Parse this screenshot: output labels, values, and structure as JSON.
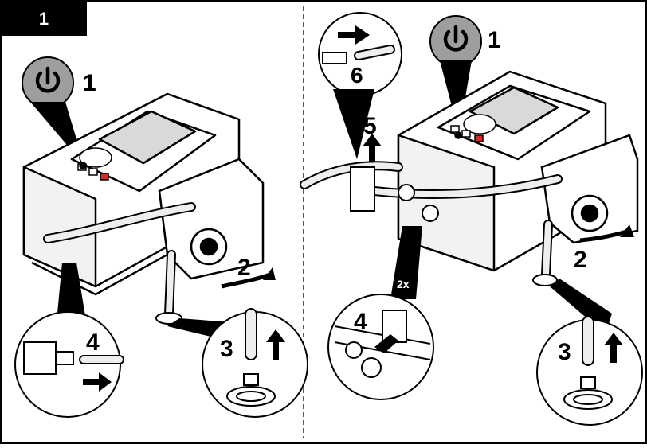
{
  "figure": {
    "number": "1",
    "left_panel": {
      "power_step": "1",
      "rotate_step": "2",
      "tube_step": "3",
      "connect_step": "4"
    },
    "right_panel": {
      "power_step": "1",
      "rotate_step": "2",
      "tube_step": "3",
      "clamp_step": "4",
      "lift_step": "5",
      "insert_step": "6",
      "repeat_label": "2x"
    }
  },
  "colors": {
    "ink": "#000000",
    "power_button_fill": "#9e9e9e",
    "screen_fill": "#d9d9d9",
    "body_fill": "#ffffff",
    "red_key": "#d22b2b"
  },
  "icons": [
    "power-icon",
    "arrow-up-icon",
    "arrow-right-icon",
    "curved-arrow-icon"
  ]
}
